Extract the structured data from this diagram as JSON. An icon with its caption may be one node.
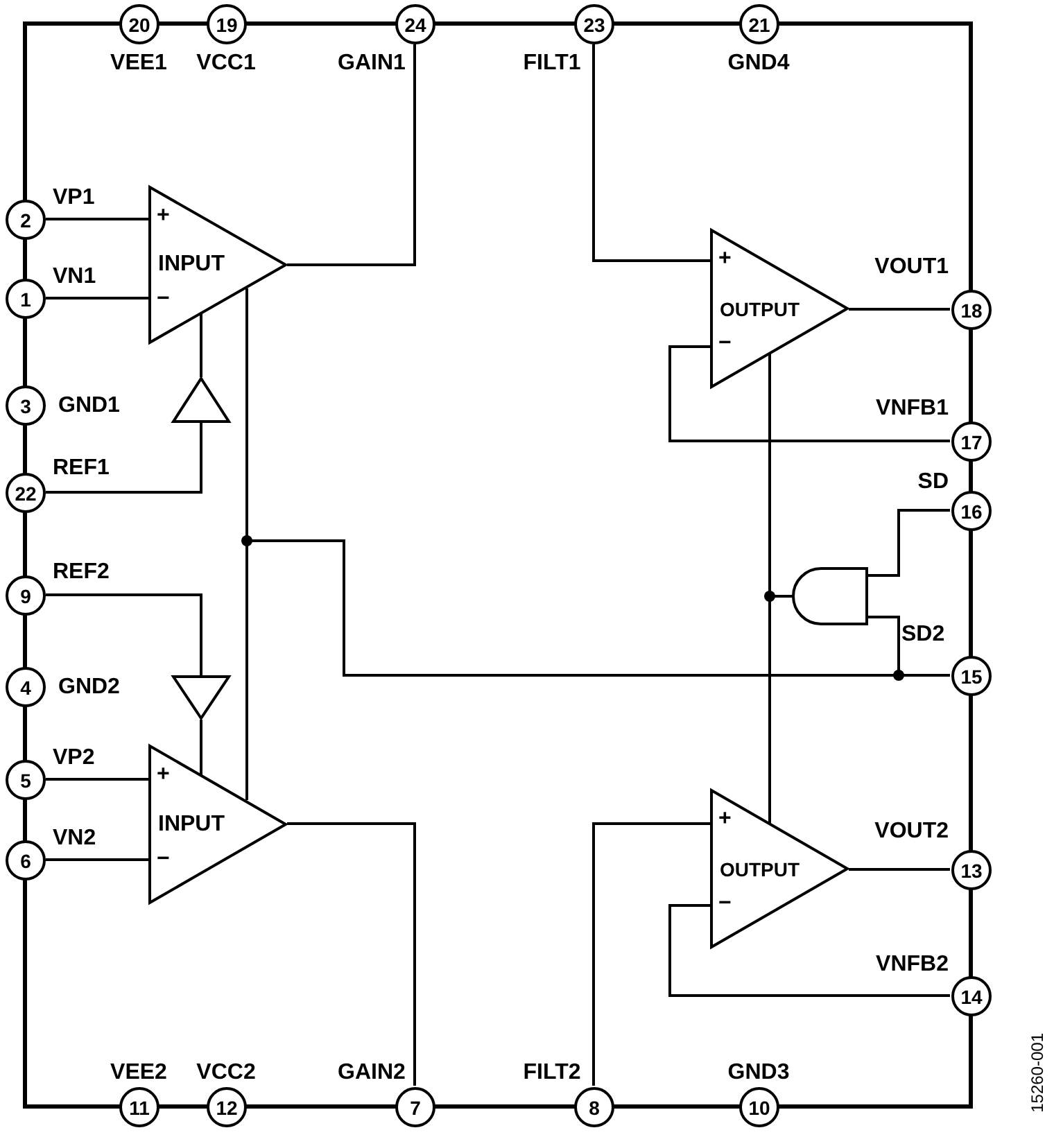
{
  "diagram": {
    "nodes": [
      {
        "text": [
          "20"
        ],
        "beside": [
          "VEE1"
        ]
      },
      {
        "text": [
          "19"
        ],
        "beside": [
          "VCC1"
        ]
      },
      {
        "text": [
          "24"
        ],
        "beside": [
          "GAIN1"
        ]
      },
      {
        "text": [
          "23"
        ],
        "beside": [
          "FILT1"
        ]
      },
      {
        "text": [
          "21"
        ],
        "beside": [
          "GND4"
        ]
      },
      {
        "text": [
          "2"
        ],
        "beside": [
          "VP1"
        ]
      },
      {
        "text": [
          "1"
        ],
        "beside": [
          "VN1"
        ]
      },
      {
        "text": [
          "+",
          "INPUT",
          "−"
        ]
      },
      {
        "text": [
          "+",
          "OUTPUT",
          "−"
        ]
      },
      {
        "text": [
          "18"
        ],
        "beside": [
          "VOUT1"
        ]
      },
      {
        "text": [
          "3"
        ],
        "beside": [
          "GND1"
        ]
      },
      {
        "text": [],
        "shape": "triangle"
      },
      {
        "text": [
          "17"
        ],
        "beside": [
          "VNFB1"
        ]
      },
      {
        "text": [
          "22"
        ],
        "beside": [
          "REF1"
        ]
      },
      {
        "text": [
          "16"
        ],
        "beside": [
          "SD"
        ]
      },
      {
        "text": [
          "9"
        ],
        "beside": [
          "REF2"
        ]
      },
      {
        "text": [],
        "shape": "gate"
      },
      {
        "text": [
          "15"
        ],
        "beside": [
          "SD2"
        ]
      },
      {
        "text": [
          "4"
        ],
        "beside": [
          "GND2"
        ]
      },
      {
        "text": [],
        "shape": "triangle"
      },
      {
        "text": [
          "5"
        ],
        "beside": [
          "VP2"
        ]
      },
      {
        "text": [
          "+",
          "INPUT",
          "−"
        ]
      },
      {
        "text": [
          "6"
        ],
        "beside": [
          "VN2"
        ]
      },
      {
        "text": [
          "+",
          "OUTPUT",
          "−"
        ]
      },
      {
        "text": [
          "13"
        ],
        "beside": [
          "VOUT2"
        ]
      },
      {
        "text": [
          "14"
        ],
        "beside": [
          "VNFB2"
        ]
      },
      {
        "text": [
          "11"
        ],
        "beside": [
          "VEE2"
        ]
      },
      {
        "text": [
          "12"
        ],
        "beside": [
          "VCC2"
        ]
      },
      {
        "text": [
          "7"
        ],
        "beside": [
          "GAIN2"
        ]
      },
      {
        "text": [
          "8"
        ],
        "beside": [
          "FILT2"
        ]
      },
      {
        "text": [
          "10"
        ],
        "beside": [
          "GND3"
        ]
      }
    ],
    "edges": [
      {
        "from": 5,
        "to": 7,
        "arrow": "none"
      },
      {
        "from": 6,
        "to": 7,
        "arrow": "none"
      },
      {
        "from": 7,
        "to": 2,
        "arrow": "none"
      },
      {
        "from": 13,
        "to": 11,
        "arrow": "none"
      },
      {
        "from": 11,
        "to": 7,
        "arrow": "none"
      },
      {
        "from": 3,
        "to": 8,
        "arrow": "none"
      },
      {
        "from": 8,
        "to": 9,
        "arrow": "none"
      },
      {
        "from": 12,
        "to": 8,
        "arrow": "none"
      },
      {
        "from": 14,
        "to": 16,
        "arrow": "none"
      },
      {
        "from": 17,
        "to": 16,
        "arrow": "none"
      },
      {
        "from": 17,
        "to": 7,
        "arrow": "none"
      },
      {
        "from": 17,
        "to": 21,
        "arrow": "none"
      },
      {
        "from": 16,
        "to": 8,
        "arrow": "none"
      },
      {
        "from": 16,
        "to": 23,
        "arrow": "none"
      },
      {
        "from": 15,
        "to": 19,
        "arrow": "none"
      },
      {
        "from": 19,
        "to": 21,
        "arrow": "none"
      },
      {
        "from": 20,
        "to": 21,
        "arrow": "none"
      },
      {
        "from": 22,
        "to": 21,
        "arrow": "none"
      },
      {
        "from": 21,
        "to": 28,
        "arrow": "none"
      },
      {
        "from": 29,
        "to": 23,
        "arrow": "none"
      },
      {
        "from": 23,
        "to": 24,
        "arrow": "none"
      },
      {
        "from": 25,
        "to": 23,
        "arrow": "none"
      }
    ],
    "labels": [
      "15260-001"
    ]
  }
}
